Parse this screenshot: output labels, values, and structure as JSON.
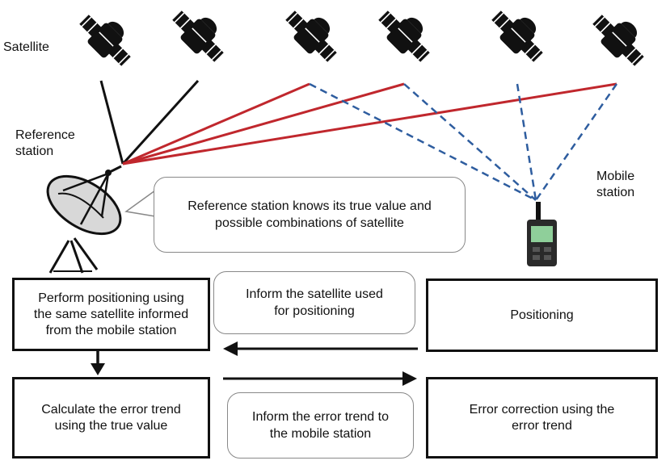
{
  "labels": {
    "satellite": "Satellite",
    "reference_station": [
      "Reference",
      "station"
    ],
    "mobile_station": [
      "Mobile",
      "station"
    ]
  },
  "callout": [
    "Reference station knows its true value and",
    "possible combinations of satellite"
  ],
  "boxes": {
    "reference_positioning": [
      "Perform positioning using",
      "the same satellite informed",
      "from the mobile station"
    ],
    "mobile_positioning": [
      "Positioning"
    ],
    "calculate_error": [
      "Calculate the error trend",
      "using the true value"
    ],
    "error_correction": [
      "Error correction using the",
      "error trend"
    ]
  },
  "messages": {
    "inform_satellite": [
      "Inform the satellite used",
      "for positioning"
    ],
    "inform_error": [
      "Inform the error trend to",
      "the mobile station"
    ]
  },
  "colors": {
    "reference_link": "#c0272d",
    "mobile_link": "#2e5d9f",
    "line": "#111111",
    "device_screen": "#8fcf9a"
  },
  "icons": [
    "satellite-icon",
    "satellite-dish-icon",
    "handheld-receiver-icon",
    "speech-bubble-icon",
    "arrow-left-icon",
    "arrow-right-icon",
    "arrow-down-icon"
  ]
}
